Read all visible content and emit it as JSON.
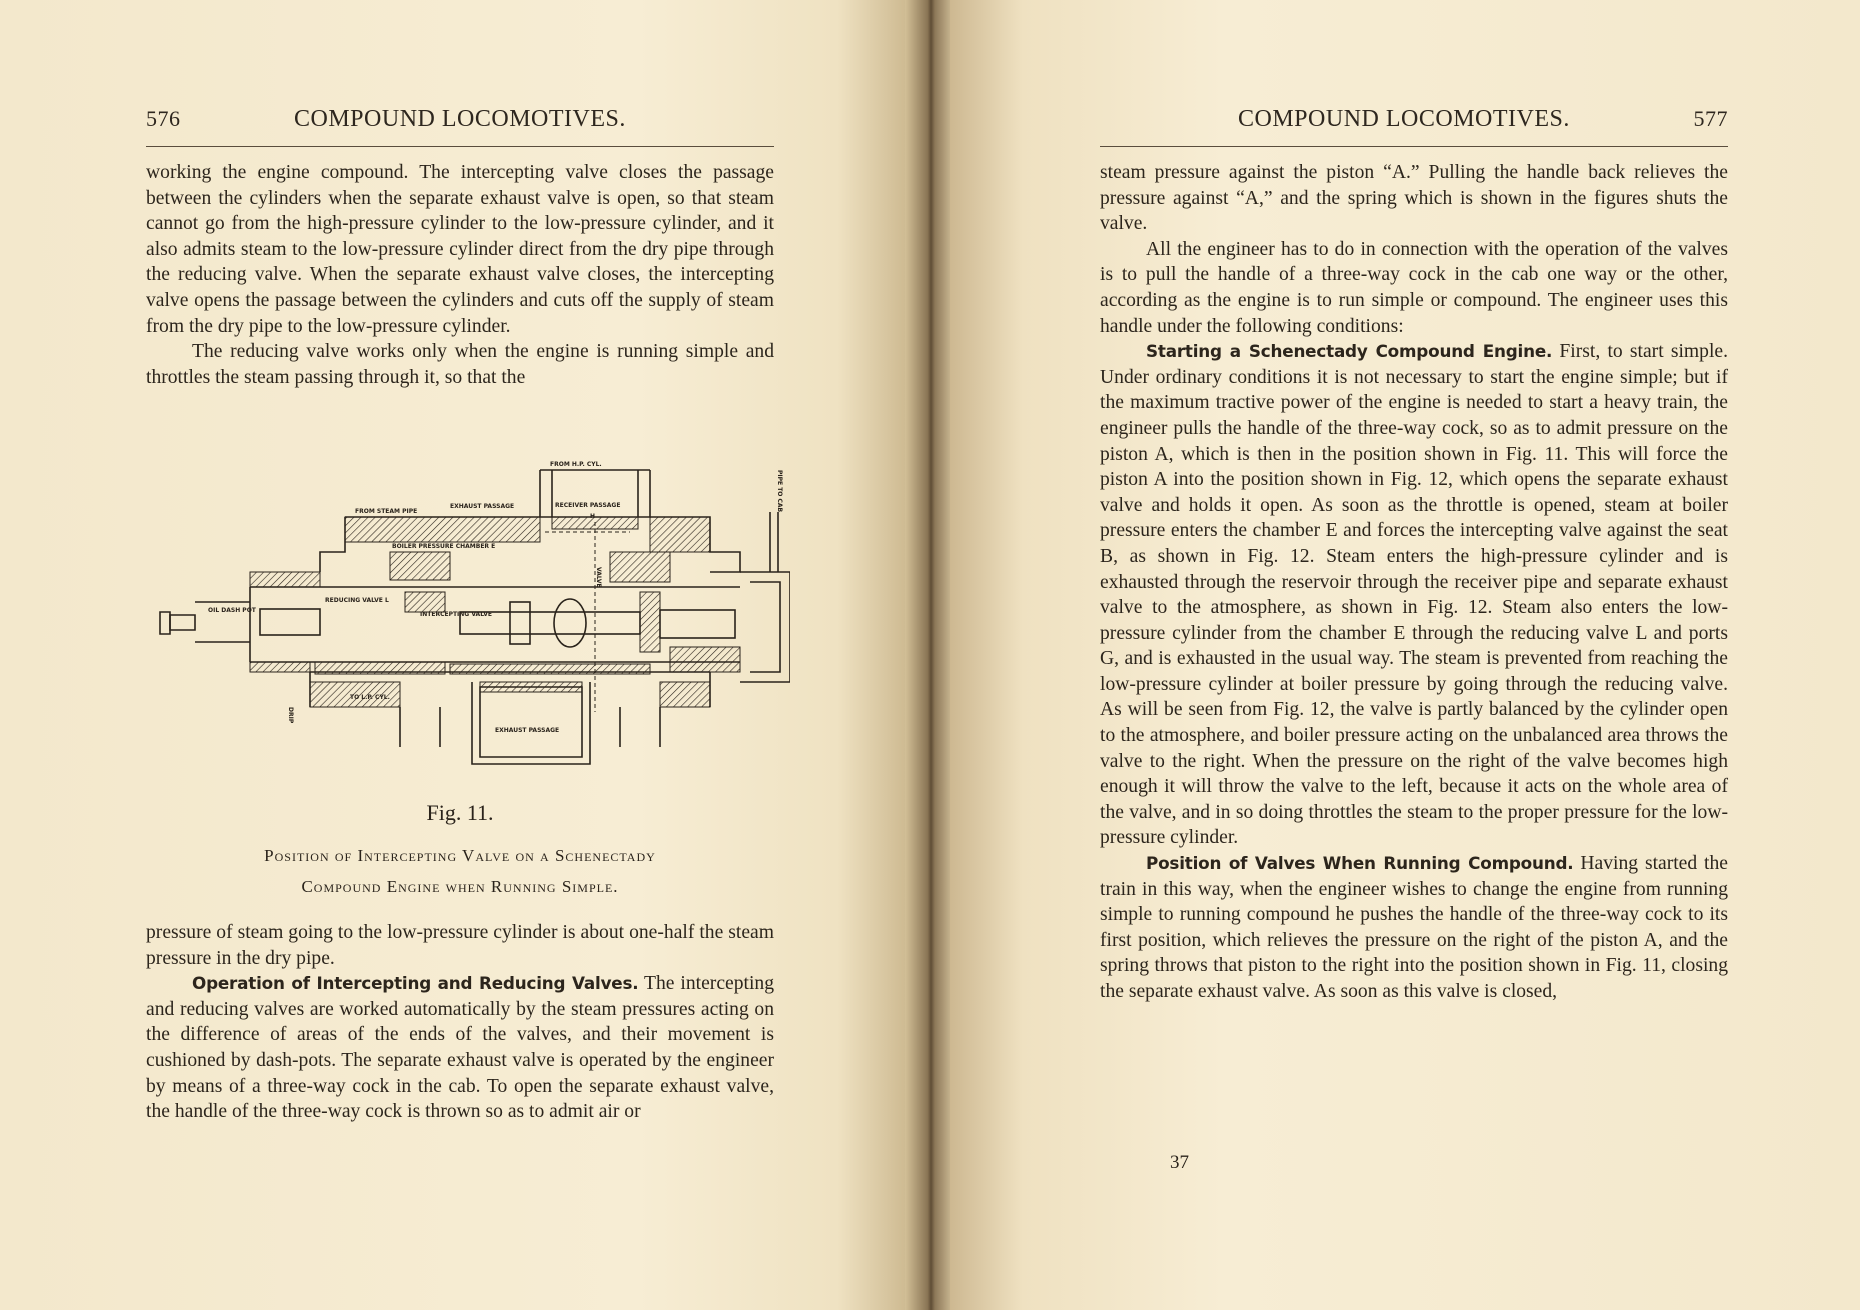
{
  "left_page": {
    "page_number": "576",
    "running_head": "COMPOUND LOCOMOTIVES.",
    "top_paragraphs": [
      "working the engine compound. The intercepting valve closes the passage between the cylinders when the separate exhaust valve is open, so that steam cannot go from the high-pressure cylinder to the low-pressure cylinder, and it also admits steam to the low-pressure cylinder direct from the dry pipe through the reducing valve. When the separate exhaust valve closes, the intercepting valve opens the passage between the cylinders and cuts off the supply of steam from the dry pipe to the low-pressure cylinder.",
      "The reducing valve works only when the engine is running simple and throttles the steam passing through it, so that the"
    ],
    "figure": {
      "label": "Fig. 11.",
      "caption_line1": "Position of Intercepting Valve on a Schenectady",
      "caption_line2": "Compound Engine when Running Simple.",
      "callouts": {
        "from_hp_cyl": "FROM H.P. CYL.",
        "from_steam_pipe": "FROM STEAM PIPE",
        "exhaust_passage": "EXHAUST PASSAGE",
        "receiver_passage": "RECEIVER PASSAGE",
        "receiver_h": "H",
        "pipe_to_cab": "PIPE TO CAB",
        "boiler_pressure_chamber": "BOILER PRESSURE CHAMBER E",
        "reducing_valve": "REDUCING VALVE L",
        "oil_dash_pot": "OIL DASH POT",
        "intercepting_valve": "INTERCEPTING VALVE",
        "to_lp_cyl": "TO L.P. CYL.",
        "exhaust_passage_lower": "EXHAUST PASSAGE",
        "valve": "VALVE",
        "drip": "DRIP"
      }
    },
    "bottom_paragraphs": [
      {
        "lead": "",
        "text": "pressure of steam going to the low-pressure cylinder is about one-half the steam pressure in the dry pipe."
      },
      {
        "lead": "Operation of Intercepting and Reducing Valves.",
        "text": " The intercepting and reducing valves are worked automatically by the steam pressures acting on the difference of areas of the ends of the valves, and their movement is cushioned by dash-pots. The separate exhaust valve is operated by the engineer by means of a three-way cock in the cab. To open the separate exhaust valve, the handle of the three-way cock is thrown so as to admit air or"
      }
    ]
  },
  "right_page": {
    "page_number": "577",
    "running_head": "COMPOUND LOCOMOTIVES.",
    "paragraphs": [
      {
        "lead": "",
        "text": "steam pressure against the piston “A.” Pulling the handle back relieves the pressure against “A,” and the spring which is shown in the figures shuts the valve."
      },
      {
        "lead": "",
        "text": "All the engineer has to do in connection with the operation of the valves is to pull the handle of a three-way cock in the cab one way or the other, according as the engine is to run simple or compound. The engineer uses this handle under the following conditions:"
      },
      {
        "lead": "Starting a Schenectady Compound Engine.",
        "text": " First, to start simple. Under ordinary conditions it is not necessary to start the engine simple; but if the maximum tractive power of the engine is needed to start a heavy train, the engineer pulls the handle of the three-way cock, so as to admit pressure on the piston A, which is then in the position shown in Fig. 11. This will force the piston A into the position shown in Fig. 12, which opens the separate exhaust valve and holds it open. As soon as the throttle is opened, steam at boiler pressure enters the chamber E and forces the intercepting valve against the seat B, as shown in Fig. 12. Steam enters the high-pressure cylinder and is exhausted through the reservoir through the receiver pipe and separate exhaust valve to the atmosphere, as shown in Fig. 12. Steam also enters the low-pressure cylinder from the chamber E through the reducing valve L and ports G, and is exhausted in the usual way. The steam is prevented from reaching the low-pressure cylinder at boiler pressure by going through the reducing valve. As will be seen from Fig. 12, the valve is partly balanced by the cylinder open to the atmosphere, and boiler pressure acting on the unbalanced area throws the valve to the right. When the pressure on the right of the valve becomes high enough it will throw the valve to the left, because it acts on the whole area of the valve, and in so doing throttles the steam to the proper pressure for the low-pressure cylinder."
      },
      {
        "lead": "Position of Valves When Running Compound.",
        "text": " Having started the train in this way, when the engineer wishes to change the engine from running simple to running compound he pushes the handle of the three-way cock to its first position, which relieves the pressure on the right of the piston A, and the spring throws that piston to the right into the position shown in Fig. 11, closing the separate exhaust valve. As soon as this valve is closed,"
      }
    ],
    "signature_mark": "37"
  }
}
